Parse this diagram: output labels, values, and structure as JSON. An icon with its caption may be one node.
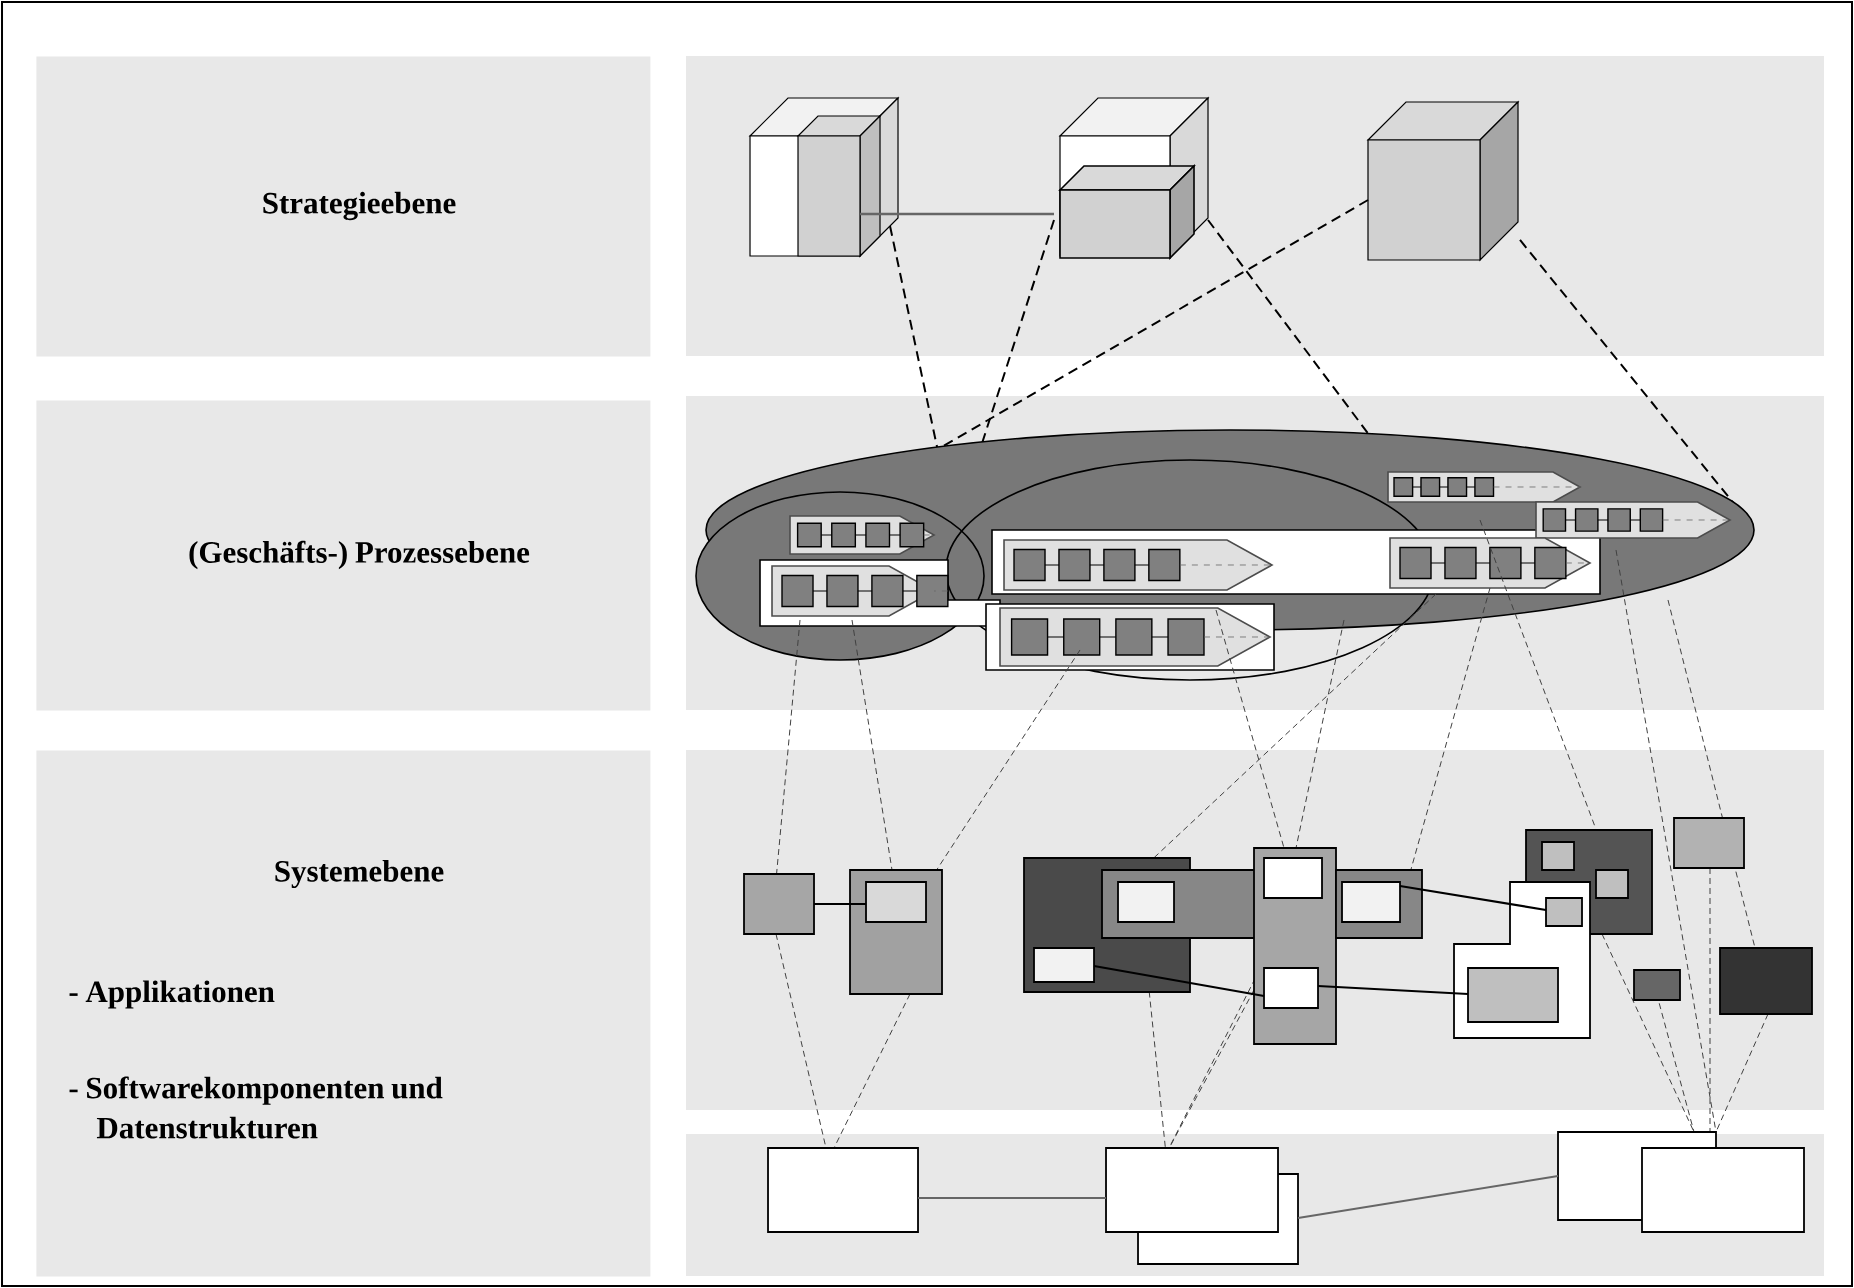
{
  "diagram": {
    "nodes": [
      {
        "text": [
          "Strategieebene"
        ]
      },
      {
        "text": [
          "(Geschäfts-) Prozessebene"
        ]
      },
      {
        "text": [
          "Systemebene",
          "- Applikationen",
          "- Softwarekomponenten und Datenstrukturen"
        ]
      }
    ]
  }
}
